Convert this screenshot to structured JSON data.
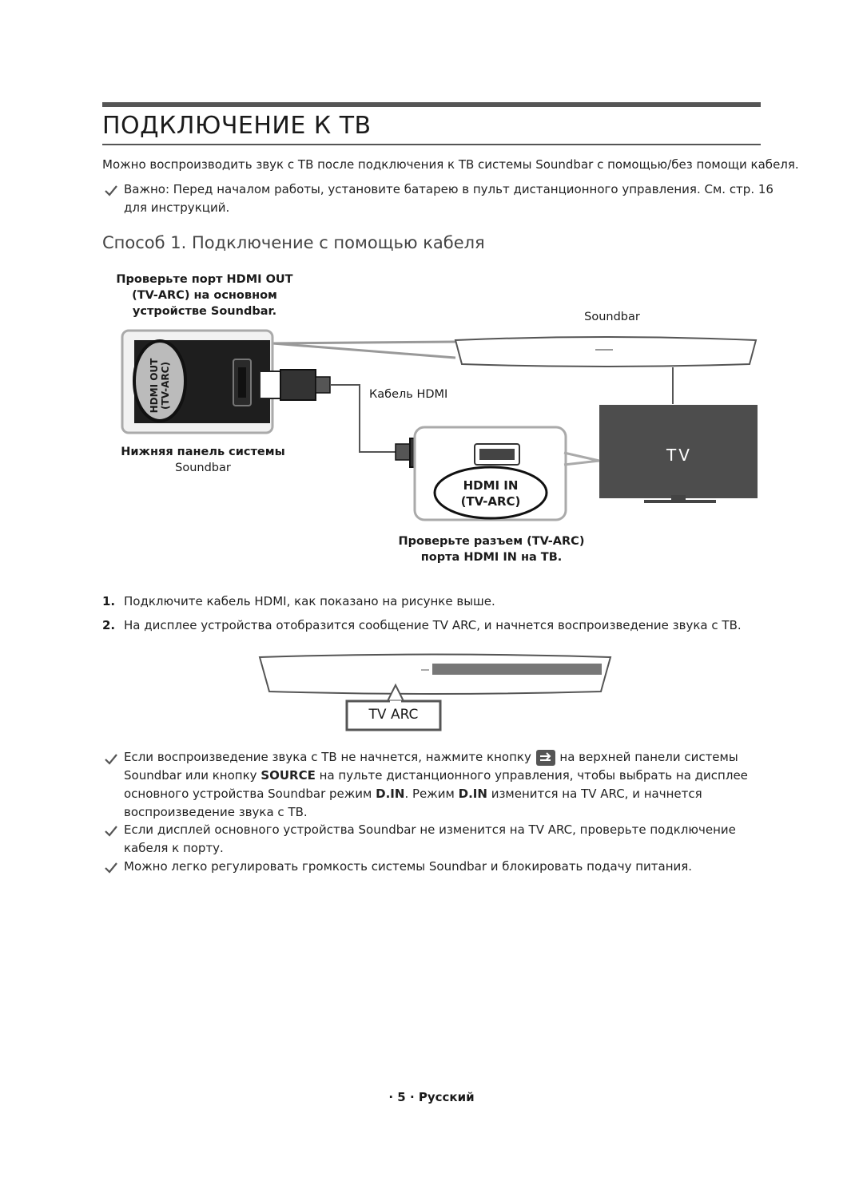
{
  "page": {
    "title": "ПОДКЛЮЧЕНИЕ К ТВ",
    "intro": "Можно воспроизводить звук с ТВ после подключения к ТВ системы Soundbar с помощью/без помощи кабеля.",
    "note_important_line1": "Важно: Перед началом работы, установите батарею в пульт дистанционного управления. См. стр. 16",
    "note_important_line2": "для инструкций.",
    "section_title": "Способ 1. Подключение с помощью кабеля"
  },
  "diagram": {
    "check_port_line1": "Проверьте порт HDMI OUT",
    "check_port_line2": "(TV-ARC) на основном",
    "check_port_line3": "устройстве Soundbar.",
    "port_label_1": "HDMI OUT",
    "port_label_2": "(TV-ARC)",
    "soundbar_label": "Soundbar",
    "cable_label": "Кабель HDMI",
    "bottom_panel_line1": "Нижняя панель системы",
    "bottom_panel_line2": "Soundbar",
    "hdmi_in_1": "HDMI IN",
    "hdmi_in_2": "(TV-ARC)",
    "tv_label": "TV",
    "check_tv_line1": "Проверьте разъем (TV-ARC)",
    "check_tv_line2": "порта HDMI IN на ТВ."
  },
  "steps": [
    {
      "num": "1.",
      "text": "Подключите кабель HDMI, как показано на рисунке выше."
    },
    {
      "num": "2.",
      "text": "На дисплее устройства отобразится сообщение TV ARC, и начнется воспроизведение звука с ТВ."
    }
  ],
  "display_label": "TV ARC",
  "notes": {
    "n1_a": "Если воспроизведение звука с ТВ не начнется, нажмите кнопку",
    "n1_b": "на верхней панели системы",
    "n1_c1": "Soundbar или кнопку",
    "n1_c_source": "SOURCE",
    "n1_c2": "на пульте дистанционного управления, чтобы выбрать на дисплее",
    "n1_d1": "основного устройства Soundbar режим",
    "n1_d_din": "D.IN",
    "n1_d2": ". Режим",
    "n1_d_din2": "D.IN",
    "n1_d3": "изменится на TV ARC, и начнется",
    "n1_e": "воспроизведение звука с ТВ.",
    "n2_a": "Если дисплей основного устройства Soundbar не изменится на TV ARC, проверьте подключение",
    "n2_b": "кабеля к порту.",
    "n3": "Можно легко регулировать громкость системы Soundbar и блокировать подачу питания."
  },
  "footer": "· 5 · Русский",
  "colors": {
    "rule": "#555555",
    "tv": "#4d4d4d",
    "check": "#555555"
  }
}
